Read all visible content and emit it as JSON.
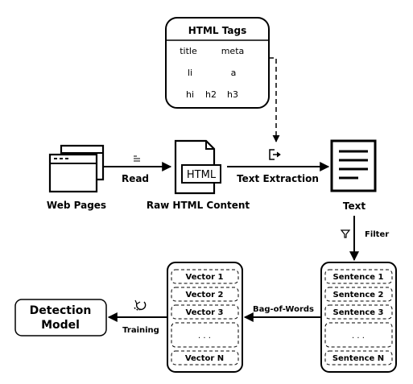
{
  "html_tags": {
    "title": "HTML Tags",
    "rows": [
      [
        "title",
        "meta"
      ],
      [
        "li",
        "a"
      ],
      [
        "hi",
        "h2",
        "h3"
      ]
    ]
  },
  "nodes": {
    "web_pages": "Web Pages",
    "raw_html": "Raw HTML Content",
    "html_doc_label": "HTML",
    "text": "Text",
    "detection_model_line1": "Detection",
    "detection_model_line2": "Model"
  },
  "edges": {
    "read": "Read",
    "text_extraction": "Text Extraction",
    "filter": "Filter",
    "bag_of_words": "Bag-of-Words",
    "training": "Training"
  },
  "vectors": [
    "Vector 1",
    "Vector 2",
    "Vector 3",
    ". . .",
    "Vector N"
  ],
  "sentences": [
    "Sentence 1",
    "Sentence 2",
    "Sentence 3",
    ". . .",
    "Sentence N"
  ],
  "icons": [
    "web-pages-icon",
    "html-file-icon",
    "text-document-icon",
    "extract-icon",
    "filter-icon",
    "list-icon",
    "refresh-icon"
  ]
}
